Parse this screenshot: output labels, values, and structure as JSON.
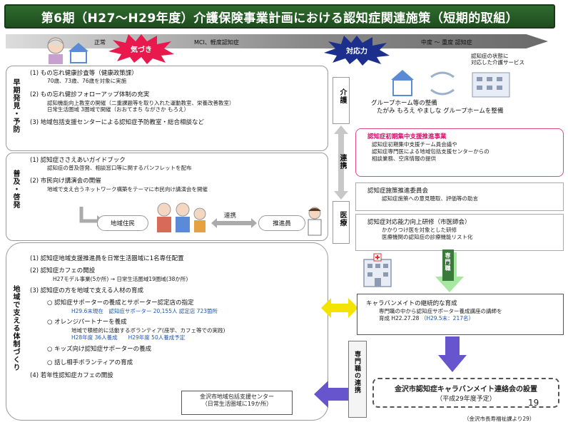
{
  "title": "第6期（H27〜H29年度）介護保険事業計画における認知症関連施策（短期的取組）",
  "timeline": {
    "stage1": "正常",
    "kizuki": "気づき",
    "stage2": "MCI、軽度認知症",
    "taiouryoku": "対応力",
    "stage3": "中度 〜 重度 認知症"
  },
  "care_service_caption": "認知症の状態に\n対応した介護サービス",
  "left_sections": {
    "early": {
      "label": "早期発見・予防",
      "items": [
        "(1) もの忘れ健康診査等（健康政策課）",
        "70歳、73歳、76歳を対象に実施",
        "(2) もの忘れ健診フォローアップ体制の充実",
        "認知機能向上教室の開催（二重課題等を取り入れた運動教室、栄養改善教室）",
        "日常生活圏域 3圏域で開催（おおてまち ながさか もろえ）",
        "(3) 地域包括支援センターによる認知症予防教室・総合相談など"
      ]
    },
    "awareness": {
      "label": "普及・啓発",
      "items": [
        "(1) 認知症ささえあいガイドブック",
        "認知症の普及啓発、相談窓口等に関するパンフレットを配布",
        "(2) 市民向け講演会の開催",
        "地域で支え合うネットワーク構築をテーマに市民向け講演会を開催"
      ],
      "residents": "地域住民",
      "renkei": "連携",
      "promoter": "推進員"
    },
    "community": {
      "label": "地域で支える体制づくり",
      "items": [
        "(1) 認知症地域支援推進員を日常生活圏域に1名専任配置",
        "(2) 認知症カフェの開設",
        "H27モデル事業(5か所) → 日常生活圏域19圏域(38か所)",
        "(3) 認知症の方を地域で支える人材の育成",
        "○ 認知症サポーターの養成とサポーター認定店の指定",
        "H29.6末現在　認知症サポーター 20,155人 認定店 723箇所",
        "○ オレンジパートナーを養成",
        "地域で積極的に活動するボランティア(座学、カフェ等での実践)",
        "H28年度 36人養成　　H29年度 50人養成予定",
        "○ キッズ向け認知症サポーターの養成",
        "○ 話し相手ボランティアの育成",
        "(4) 若年性認知症カフェの開設"
      ],
      "center_box": "金沢市地域包括支援センター\n（日常生活圏域に19か所）"
    }
  },
  "middle_labels": {
    "kaigo": "介護",
    "renkei": "連携",
    "iryo": "医療",
    "senmonshoku": "専門職",
    "senmonshoku_renkei": "専門職の連携"
  },
  "right_boxes": {
    "group_home": {
      "title": "グループホーム等の整備",
      "detail": "たがみ もろえ やましな グループホームを整備"
    },
    "initial_team": {
      "title": "認知症初期集中支援推進事業",
      "lines": [
        "認知症初期集中支援チーム員会議や",
        "認知症専門医による地域包括支援センターからの",
        "相談業務、空床情報の提供"
      ]
    },
    "committee": {
      "title": "認知症施策推進委員会",
      "detail": "認知症施策への意見聴取、評価等の助言"
    },
    "training": {
      "title": "認知症対応能力向上研修（市医師会）",
      "lines": [
        "かかりつけ医を対象とした研修",
        "医療機関の認知症の診療機能リスト化"
      ]
    },
    "caravan": {
      "title": "キャラバンメイトの継続的な育成",
      "line1": "専門職の中から認知症サポーター養成講座の講師を",
      "line2": "育成 H22.27.28",
      "stat": "（H29.5末：217名）"
    },
    "council": {
      "title": "金沢市認知症キャラバンメイト連絡会の設置",
      "sub": "（平成29年度予定）"
    }
  },
  "page_number": "19",
  "source": "（金沢市長寿福祉課より29）",
  "colors": {
    "title_bg": "#2e6b2e",
    "kizuki_burst": "#e8194d",
    "taiou_burst": "#1c2f8c",
    "highlight_border": "#e0488a",
    "highlight_text": "#d4106a",
    "double_arrow": "#f5e400",
    "purple_arrow": "#6655cc",
    "green_arrow": "#a6e8a0"
  }
}
